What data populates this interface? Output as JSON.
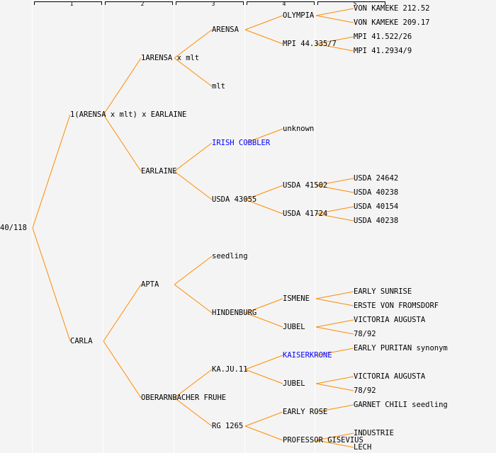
{
  "columns": [
    "1",
    "2",
    "3",
    "4",
    "5"
  ],
  "colors": {
    "line": "#ff8c00",
    "highlight": "#0000ff",
    "text": "#000000"
  },
  "pedigree": {
    "label": "40/118",
    "children": [
      {
        "label": "1(ARENSA x mlt) x EARLAINE",
        "children": [
          {
            "label": "1ARENSA x mlt",
            "children": [
              {
                "label": "ARENSA",
                "children": [
                  {
                    "label": "OLYMPIA",
                    "children": [
                      {
                        "label": "VON KAMEKE 212.52"
                      },
                      {
                        "label": "VON KAMEKE 209.17"
                      }
                    ]
                  },
                  {
                    "label": "MPI 44.335/7",
                    "children": [
                      {
                        "label": "MPI 41.522/26"
                      },
                      {
                        "label": "MPI 41.2934/9"
                      }
                    ]
                  }
                ]
              },
              {
                "label": "mlt"
              }
            ]
          },
          {
            "label": "EARLAINE",
            "children": [
              {
                "label": "IRISH COBBLER",
                "highlight": true,
                "children": [
                  {
                    "label": "unknown"
                  },
                  null
                ]
              },
              {
                "label": "USDA 43055",
                "children": [
                  {
                    "label": "USDA 41502",
                    "children": [
                      {
                        "label": "USDA 24642"
                      },
                      {
                        "label": "USDA 40238"
                      }
                    ]
                  },
                  {
                    "label": "USDA 41724",
                    "children": [
                      {
                        "label": "USDA 40154"
                      },
                      {
                        "label": "USDA 40238"
                      }
                    ]
                  }
                ]
              }
            ]
          }
        ]
      },
      {
        "label": "CARLA",
        "children": [
          {
            "label": "APTA",
            "children": [
              {
                "label": "seedling"
              },
              {
                "label": "HINDENBURG",
                "children": [
                  {
                    "label": "ISMENE",
                    "children": [
                      {
                        "label": "EARLY SUNRISE"
                      },
                      {
                        "label": "ERSTE VON FROMSDORF"
                      }
                    ]
                  },
                  {
                    "label": "JUBEL",
                    "children": [
                      {
                        "label": "VICTORIA AUGUSTA"
                      },
                      {
                        "label": "78/92"
                      }
                    ]
                  }
                ]
              }
            ]
          },
          {
            "label": "OBERARNBACHER FRUHE",
            "children": [
              {
                "label": "KA.JU.11",
                "children": [
                  {
                    "label": "KAISERKRONE",
                    "highlight": true,
                    "children": [
                      {
                        "label": "EARLY PURITAN synonym"
                      },
                      null
                    ]
                  },
                  {
                    "label": "JUBEL",
                    "children": [
                      {
                        "label": "VICTORIA AUGUSTA"
                      },
                      {
                        "label": "78/92"
                      }
                    ]
                  }
                ]
              },
              {
                "label": "RG 1265",
                "children": [
                  {
                    "label": "EARLY ROSE",
                    "children": [
                      {
                        "label": "GARNET CHILI seedling"
                      },
                      null
                    ]
                  },
                  {
                    "label": "PROFESSOR GISEVIUS",
                    "children": [
                      {
                        "label": "INDUSTRIE"
                      },
                      {
                        "label": "LECH"
                      }
                    ]
                  }
                ]
              }
            ]
          }
        ]
      }
    ]
  }
}
